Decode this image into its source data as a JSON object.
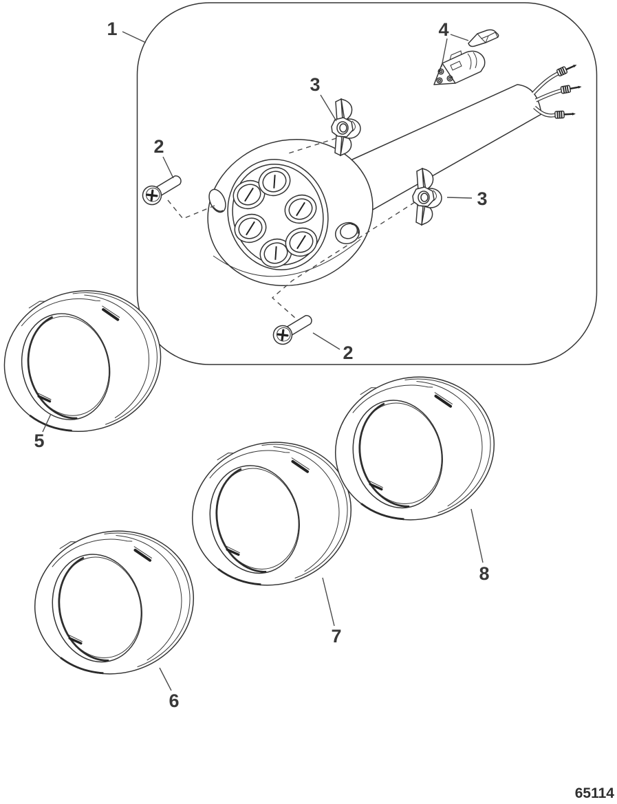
{
  "figure": {
    "drawing_number": "65114",
    "callouts": {
      "enclosure": "1",
      "screw_upper": "2",
      "wingnut_upper": "3",
      "connector": "4",
      "wingnut_right": "3",
      "screw_lower": "2",
      "bezel_5": "5",
      "bezel_6": "6",
      "bezel_7": "7",
      "bezel_8": "8"
    }
  }
}
